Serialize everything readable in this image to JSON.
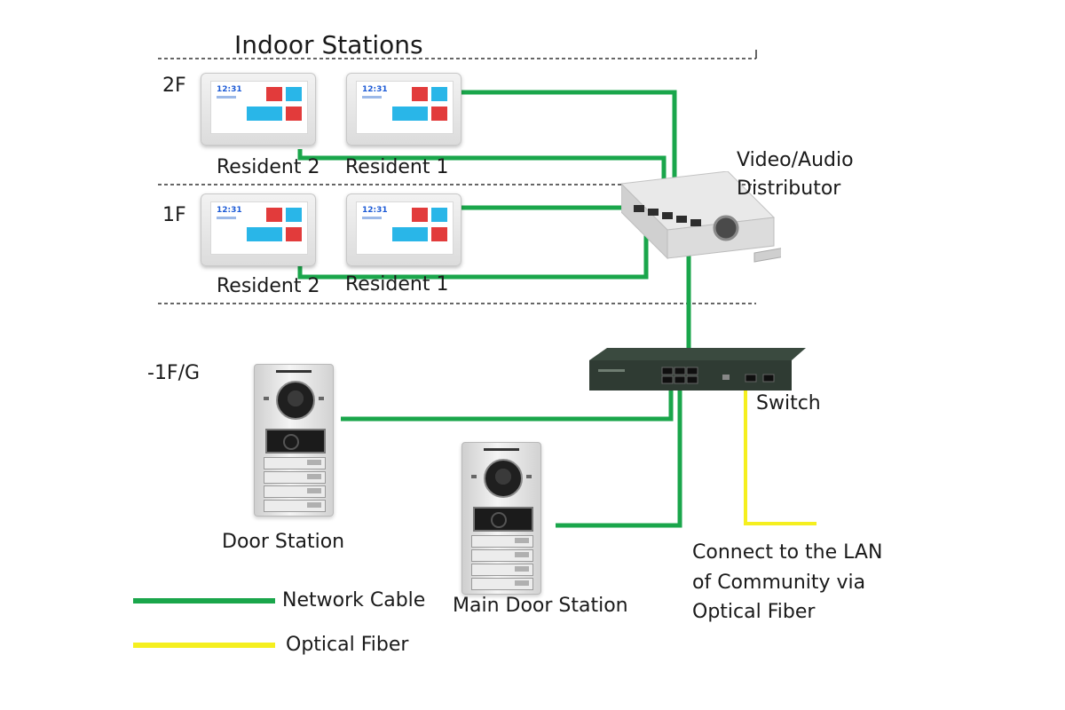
{
  "diagram": {
    "title": "Indoor Stations",
    "floors": [
      "2F",
      "1F",
      "-1F/G"
    ],
    "indoor_stations": [
      {
        "floor": "2F",
        "label": "Resident 2",
        "screen_time": "12:31"
      },
      {
        "floor": "2F",
        "label": "Resident 1",
        "screen_time": "12:31"
      },
      {
        "floor": "1F",
        "label": "Resident 2",
        "screen_time": "12:31"
      },
      {
        "floor": "1F",
        "label": "Resident 1",
        "screen_time": "12:31"
      }
    ],
    "distributor_label_line1": "Video/Audio",
    "distributor_label_line2": "Distributor",
    "switch_label": "Switch",
    "door_station_label": "Door Station",
    "main_door_station_label": "Main Door Station",
    "lan_note": [
      "Connect to the LAN",
      "of Community via",
      "Optical Fiber"
    ]
  },
  "legend": [
    {
      "label": "Network Cable",
      "color": "#1aa64b"
    },
    {
      "label": "Optical Fiber",
      "color": "#f5ef1f"
    }
  ],
  "colors": {
    "network_cable": "#1aa64b",
    "optical_fiber": "#f5ef1f",
    "tile_blue": "#29b6e8",
    "tile_red": "#e23b3b"
  }
}
